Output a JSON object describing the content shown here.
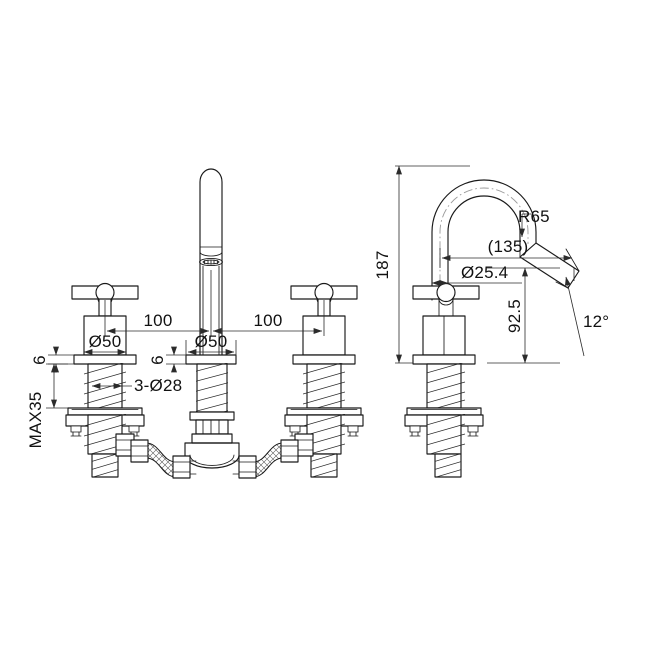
{
  "document": {
    "type": "technical-drawing",
    "subject": "3-hole basin mixer tap with cross handles and gooseneck spout",
    "background_color": "#ffffff",
    "line_color": "#1a1a1a",
    "centerline_color": "#9a9a9a",
    "views": [
      {
        "name": "front-elevation",
        "label": ""
      },
      {
        "name": "side-elevation",
        "label": ""
      }
    ]
  },
  "dimensions": {
    "spacing_left": {
      "value": "100",
      "name": "handle-to-spout-left-spacing"
    },
    "spacing_right": {
      "value": "100",
      "name": "handle-to-spout-right-spacing"
    },
    "handle_dia_left": {
      "value": "Ø50",
      "name": "left-handle-body-diameter"
    },
    "spout_dia": {
      "value": "Ø50",
      "name": "spout-base-diameter"
    },
    "flange_left": {
      "value": "6",
      "name": "left-flange-thickness"
    },
    "flange_center": {
      "value": "6",
      "name": "center-flange-thickness"
    },
    "hole_callout": {
      "value": "3-Ø28",
      "name": "three-mounting-holes-diameter"
    },
    "max_thickness": {
      "value": "MAX35",
      "name": "max-deck-thickness"
    },
    "height_total": {
      "value": "187",
      "name": "overall-height"
    },
    "radius_spout": {
      "value": "R65",
      "name": "spout-bend-radius"
    },
    "reach": {
      "value": "(135)",
      "name": "spout-reach-reference"
    },
    "tube_dia": {
      "value": "Ø25.4",
      "name": "spout-tube-diameter"
    },
    "outlet_height": {
      "value": "92.5",
      "name": "outlet-height"
    },
    "outlet_angle": {
      "value": "12°",
      "name": "outlet-angle"
    }
  }
}
